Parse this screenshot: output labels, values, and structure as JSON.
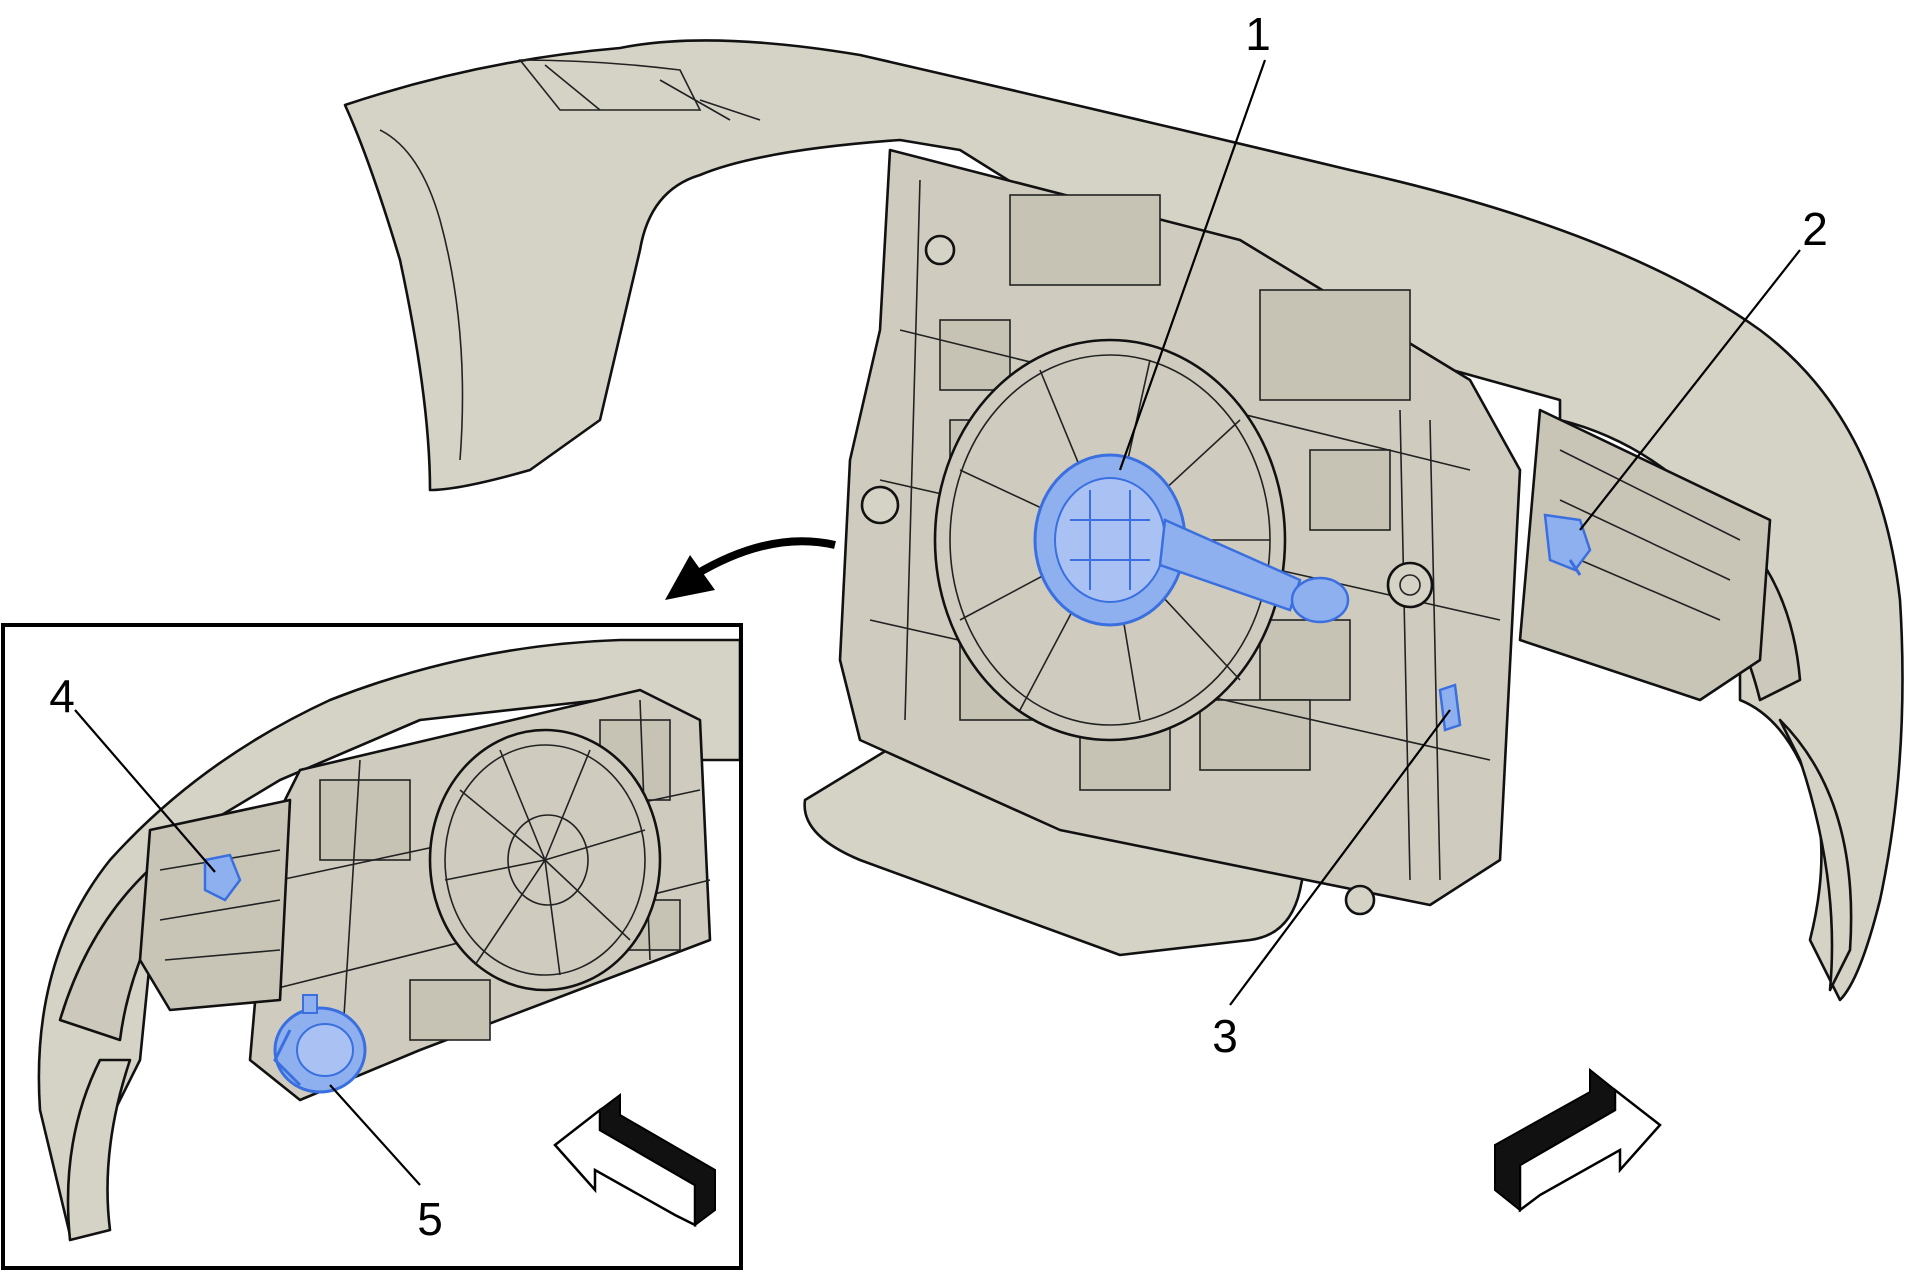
{
  "colors": {
    "body": "#d5d2c6",
    "body_dark": "#bfbbac",
    "line": "#1a1a1a",
    "highlight": "#8fb0ef",
    "highlight_line": "#3a6fe0",
    "background": "#ffffff"
  },
  "callouts": [
    {
      "id": "1",
      "label": "1"
    },
    {
      "id": "2",
      "label": "2"
    },
    {
      "id": "3",
      "label": "3"
    },
    {
      "id": "4",
      "label": "4"
    },
    {
      "id": "5",
      "label": "5"
    }
  ],
  "icons": {
    "view_arrow": "curved-arrow-icon",
    "direction_main": "forward-arrow-icon",
    "direction_inset": "forward-arrow-icon"
  }
}
